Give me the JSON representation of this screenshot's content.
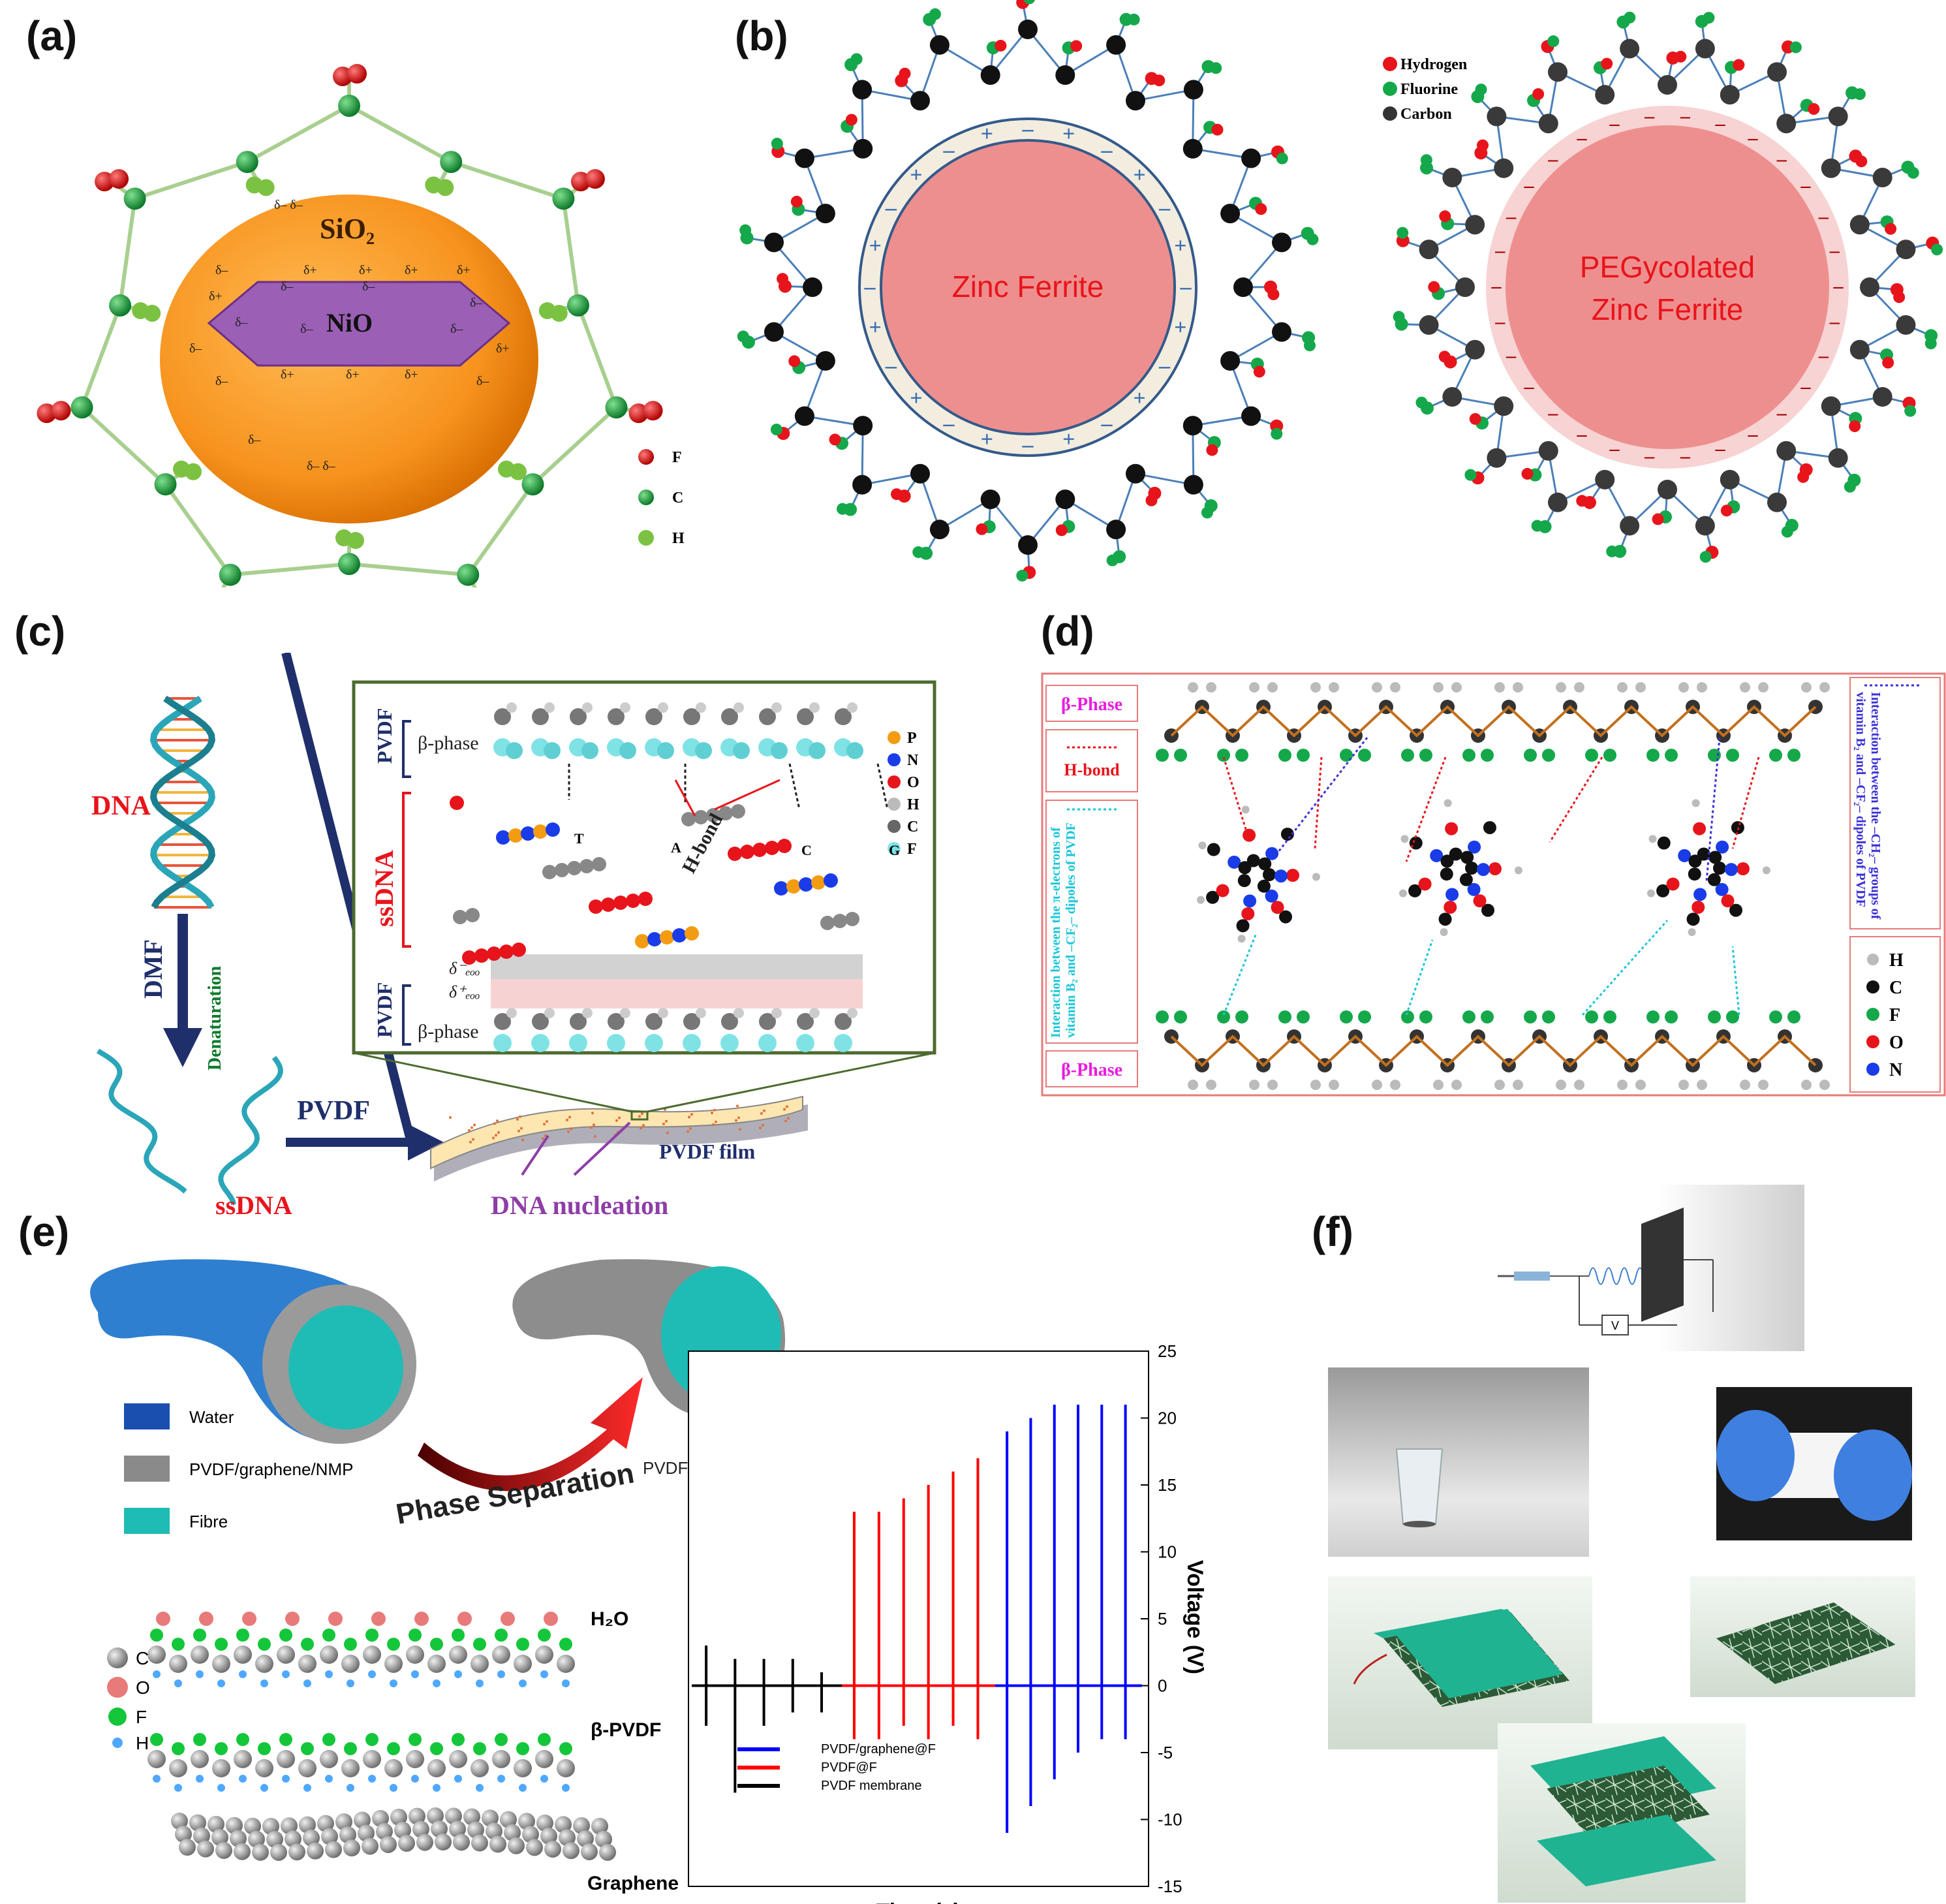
{
  "panel_labels": {
    "a": "(a)",
    "b": "(b)",
    "c": "(c)",
    "d": "(d)",
    "e": "(e)",
    "f": "(f)"
  },
  "panel_a": {
    "core": "NiO",
    "shell": "SiO₂",
    "legend": [
      "F",
      "C",
      "H"
    ],
    "colors": {
      "F": "#e8141b",
      "C": "#1aa53a",
      "H": "#7cc242",
      "shell": "#f7931e",
      "core": "#9b5fb5"
    }
  },
  "panel_b": {
    "particle_1": "Zinc Ferrite",
    "particle_2_line1": "PEGycolated",
    "particle_2_line2": "Zinc Ferrite",
    "legend": [
      "Hydrogen",
      "Fluorine",
      "Carbon"
    ],
    "colors": {
      "Hydrogen": "#e8141b",
      "Fluorine": "#14a84a",
      "Carbon": "#222222",
      "core": "#ee8f8f"
    }
  },
  "panel_c": {
    "dna": "DNA",
    "dmf": "DMF",
    "denaturation": "Denaturation",
    "ssdna_bottom": "ssDNA",
    "pvdf_arrow": "PVDF",
    "pvdf_film": "PVDF film",
    "dna_nucleation": "DNA nucleation",
    "inset_pvdf_top": "PVDF",
    "inset_beta_top": "β-phase",
    "inset_ssdna": "ssDNA",
    "inset_pvdf_bottom": "PVDF",
    "inset_beta_bottom": "β-phase",
    "hbond": "H-bond",
    "delta_minus": "δ⁻ₑₒₒ",
    "delta_plus": "δ⁺ₑₒₒ",
    "bases": [
      "T",
      "A",
      "C",
      "G"
    ],
    "legend": [
      "P",
      "N",
      "O",
      "H",
      "C",
      "F"
    ]
  },
  "panel_d": {
    "beta_top": "β-Phase",
    "hbond": "H-bond",
    "left_note": "Interaction between the π-electrons of vitamin B₂ and –CF₂– dipoles of PVDF",
    "right_note": "Interaction between the –CH₂– groups of vitamin B₂ and –CF₂– dipoles of PVDF",
    "beta_bottom": "β-Phase",
    "legend": [
      "H",
      "C",
      "F",
      "O",
      "N"
    ]
  },
  "panel_e": {
    "legend": [
      "Water",
      "PVDF/graphene/NMP",
      "Fibre"
    ],
    "product": "PVDF/graphene@F",
    "phase_separation": "Phase Separation",
    "h2o": "H₂O",
    "beta_pvdf": "β-PVDF",
    "graphene": "Graphene",
    "atom_legend": [
      "C",
      "O",
      "F",
      "H"
    ]
  },
  "chart_data": {
    "type": "line",
    "xlabel": "Time (s)",
    "ylabel": "Voltage (V)",
    "ylim": [
      -15,
      25
    ],
    "yticks": [
      -15,
      -10,
      -5,
      0,
      5,
      10,
      15,
      20,
      25
    ],
    "series": [
      {
        "name": "PVDF membrane",
        "color": "#000000",
        "peaks_pos": [
          3,
          2,
          2,
          2,
          1
        ],
        "peaks_neg": [
          -3,
          -8,
          -3,
          -2,
          -2
        ]
      },
      {
        "name": "PVDF@F",
        "color": "#ff0000",
        "peaks_pos": [
          13,
          13,
          14,
          15,
          16,
          17
        ],
        "peaks_neg": [
          -4,
          -4,
          -3,
          -4,
          -3,
          -4
        ]
      },
      {
        "name": "PVDF/graphene@F",
        "color": "#0000ff",
        "peaks_pos": [
          19,
          20,
          21,
          21,
          21,
          21
        ],
        "peaks_neg": [
          -11,
          -9,
          -7,
          -5,
          -4,
          -4
        ]
      }
    ],
    "legend_order": [
      "PVDF/graphene@F",
      "PVDF@F",
      "PVDF membrane"
    ]
  }
}
